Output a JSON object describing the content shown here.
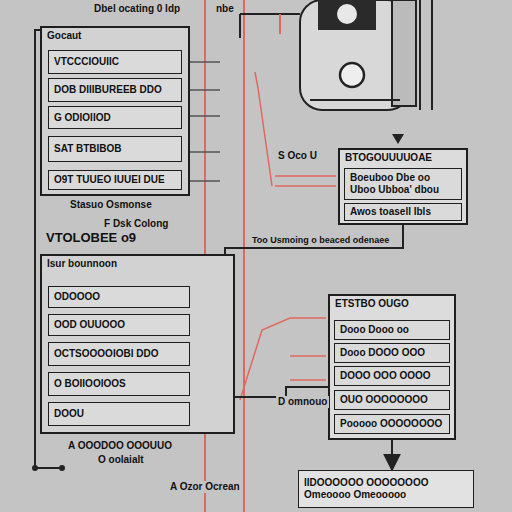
{
  "diagram": {
    "nodes": [
      {
        "text": [
          "Gocaut"
        ]
      },
      {
        "text": [
          "VTCCCIOUIIC"
        ],
        "in": 0
      },
      {
        "text": [
          "DOB DIIIBUREEB DDO"
        ],
        "in": 0
      },
      {
        "text": [
          "G ODIOIIOD"
        ],
        "in": 0
      },
      {
        "text": [
          "SAT BTBIBOB"
        ],
        "in": 0
      },
      {
        "text": [
          "O9T TUUEO IUUEI DUE"
        ],
        "in": 0
      },
      {
        "text": [
          "BTOGOUUUUOAE"
        ]
      },
      {
        "text": [
          "Boeuboo Dbe oo Uboo Ubboa' dbou"
        ],
        "in": 6
      },
      {
        "text": [
          "Awos toasell Ibls"
        ],
        "in": 6
      },
      {
        "text": [
          "Isur bounnoon"
        ]
      },
      {
        "text": [
          "ODOOOO"
        ],
        "in": 9
      },
      {
        "text": [
          "OOD OUUOOO"
        ],
        "in": 9
      },
      {
        "text": [
          "OCTSOOOOIOBI DDO"
        ],
        "in": 9
      },
      {
        "text": [
          "O BOIIOOIOOS"
        ],
        "in": 9
      },
      {
        "text": [
          "DOOU"
        ],
        "in": 9
      },
      {
        "text": [
          "ETSTBO OUGO"
        ]
      },
      {
        "text": [
          "Dooo Dooo oo"
        ],
        "in": 15
      },
      {
        "text": [
          "Dooo DOOO OOO"
        ],
        "in": 15
      },
      {
        "text": [
          "DOOO OOO OOOO"
        ],
        "in": 15
      },
      {
        "text": [
          "OUO OOOOOOOO"
        ],
        "in": 15
      },
      {
        "text": [
          "Pooooo OOOOOOOO"
        ],
        "in": 15
      },
      {
        "text": [
          "IIDOOOOOO OOOOOOOO Omeoooo Omeooooo"
        ]
      }
    ],
    "edges": [
      {
        "from": 6,
        "to": 9,
        "arrow": "none"
      },
      {
        "from": 9,
        "to": 15,
        "arrow": "none"
      },
      {
        "from": 15,
        "to": 21,
        "arrow": "to"
      }
    ],
    "labels": [
      "Dbel ocating 0 ldp",
      "nbe",
      "Stasuo Osmonse",
      "F Dsk Colong",
      "VTOLOBEE o9",
      "Too Usmoing o beaced odenaee",
      "S Oco U",
      "D omnouo",
      "A OOODOO OOOUUO",
      "O oolaialt",
      "A Ozor Ocrean"
    ]
  }
}
